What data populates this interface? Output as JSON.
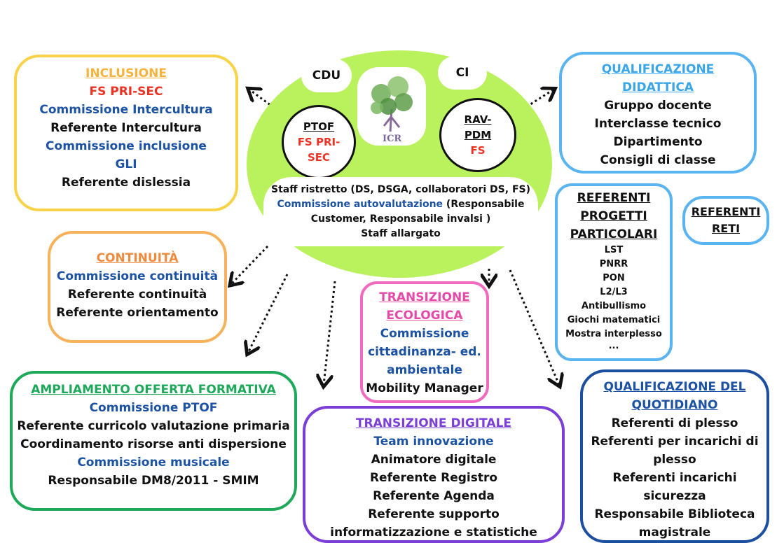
{
  "hub": {
    "cdu": "CDU",
    "ci": "CI",
    "logo_text": "ICR",
    "ptof": [
      "PTOF",
      "FS PRI-",
      "SEC"
    ],
    "rav": [
      "RAV-",
      "PDM",
      "FS"
    ],
    "staff_line1": "Staff ristretto (DS, DSGA, collaboratori DS, FS)",
    "staff_line2_blue": "Commissione autovalutazione",
    "staff_line2_black": " (Responsabile",
    "staff_line3": "Customer, Responsabile invalsi )",
    "staff_line4": "Staff allargato"
  },
  "inclusione": {
    "title": "INCLUSIONE",
    "lines": [
      "FS PRI-SEC",
      "Commissione Intercultura",
      "Referente Intercultura",
      "Commissione inclusione",
      "GLI",
      "Referente dislessia"
    ]
  },
  "continuita": {
    "title": "CONTINUITÀ",
    "lines": [
      "Commissione continuità",
      "Referente continuità",
      "Referente orientamento"
    ]
  },
  "ampliamento": {
    "title": "AMPLIAMENTO OFFERTA FORMATIVA",
    "lines": [
      "Commissione PTOF",
      "Referente curricolo valutazione primaria",
      "Coordinamento risorse anti dispersione",
      "Commissione musicale",
      "Responsabile DM8/2011 - SMIM"
    ]
  },
  "ecologica": {
    "title": [
      "TRANSIZIONE",
      "ECOLOGICA"
    ],
    "lines": [
      "Commissione",
      "cittadinanza- ed.",
      "ambientale",
      "Mobility Manager"
    ]
  },
  "digitale": {
    "title": "TRANSIZIONE DIGITALE",
    "lines": [
      "Team innovazione",
      "Animatore digitale",
      "Referente Registro",
      "Referente Agenda",
      "Referente supporto",
      "informatizzazione e statistiche"
    ]
  },
  "qualificazione_didattica": {
    "title": [
      "QUALIFICAZIONE",
      "DIDATTICA"
    ],
    "lines": [
      "Gruppo docente",
      "Interclasse tecnico",
      "Dipartimento",
      "Consigli di classe"
    ]
  },
  "progetti": {
    "title": [
      "REFERENTI",
      "PROGETTI",
      "PARTICOLARI"
    ],
    "lines": [
      "LST",
      "PNRR",
      "PON",
      "L2/L3",
      "Antibullismo",
      "Giochi matematici",
      "Mostra interplesso",
      "..."
    ]
  },
  "reti": {
    "title": [
      "REFERENTI",
      "RETI"
    ]
  },
  "quotidiano": {
    "title": [
      "QUALIFICAZIONE DEL",
      "QUOTIDIANO"
    ],
    "lines": [
      "Referenti di plesso",
      "Referenti per incarichi di",
      "plesso",
      "Referenti incarichi",
      "sicurezza",
      "Responsabile Biblioteca",
      "magistrale"
    ]
  },
  "colors": {
    "hub": "#b9f25c",
    "inclusione": "#f8d34a",
    "continuita": "#f7b35b",
    "ampliamento": "#1ea95a",
    "ecologica": "#f06bbf",
    "digitale": "#7b3fd8",
    "qualificazione_didattica": "#5ab4f0",
    "progetti": "#5ab4f0",
    "reti": "#5ab4f0",
    "quotidiano": "#1c4fa0"
  }
}
